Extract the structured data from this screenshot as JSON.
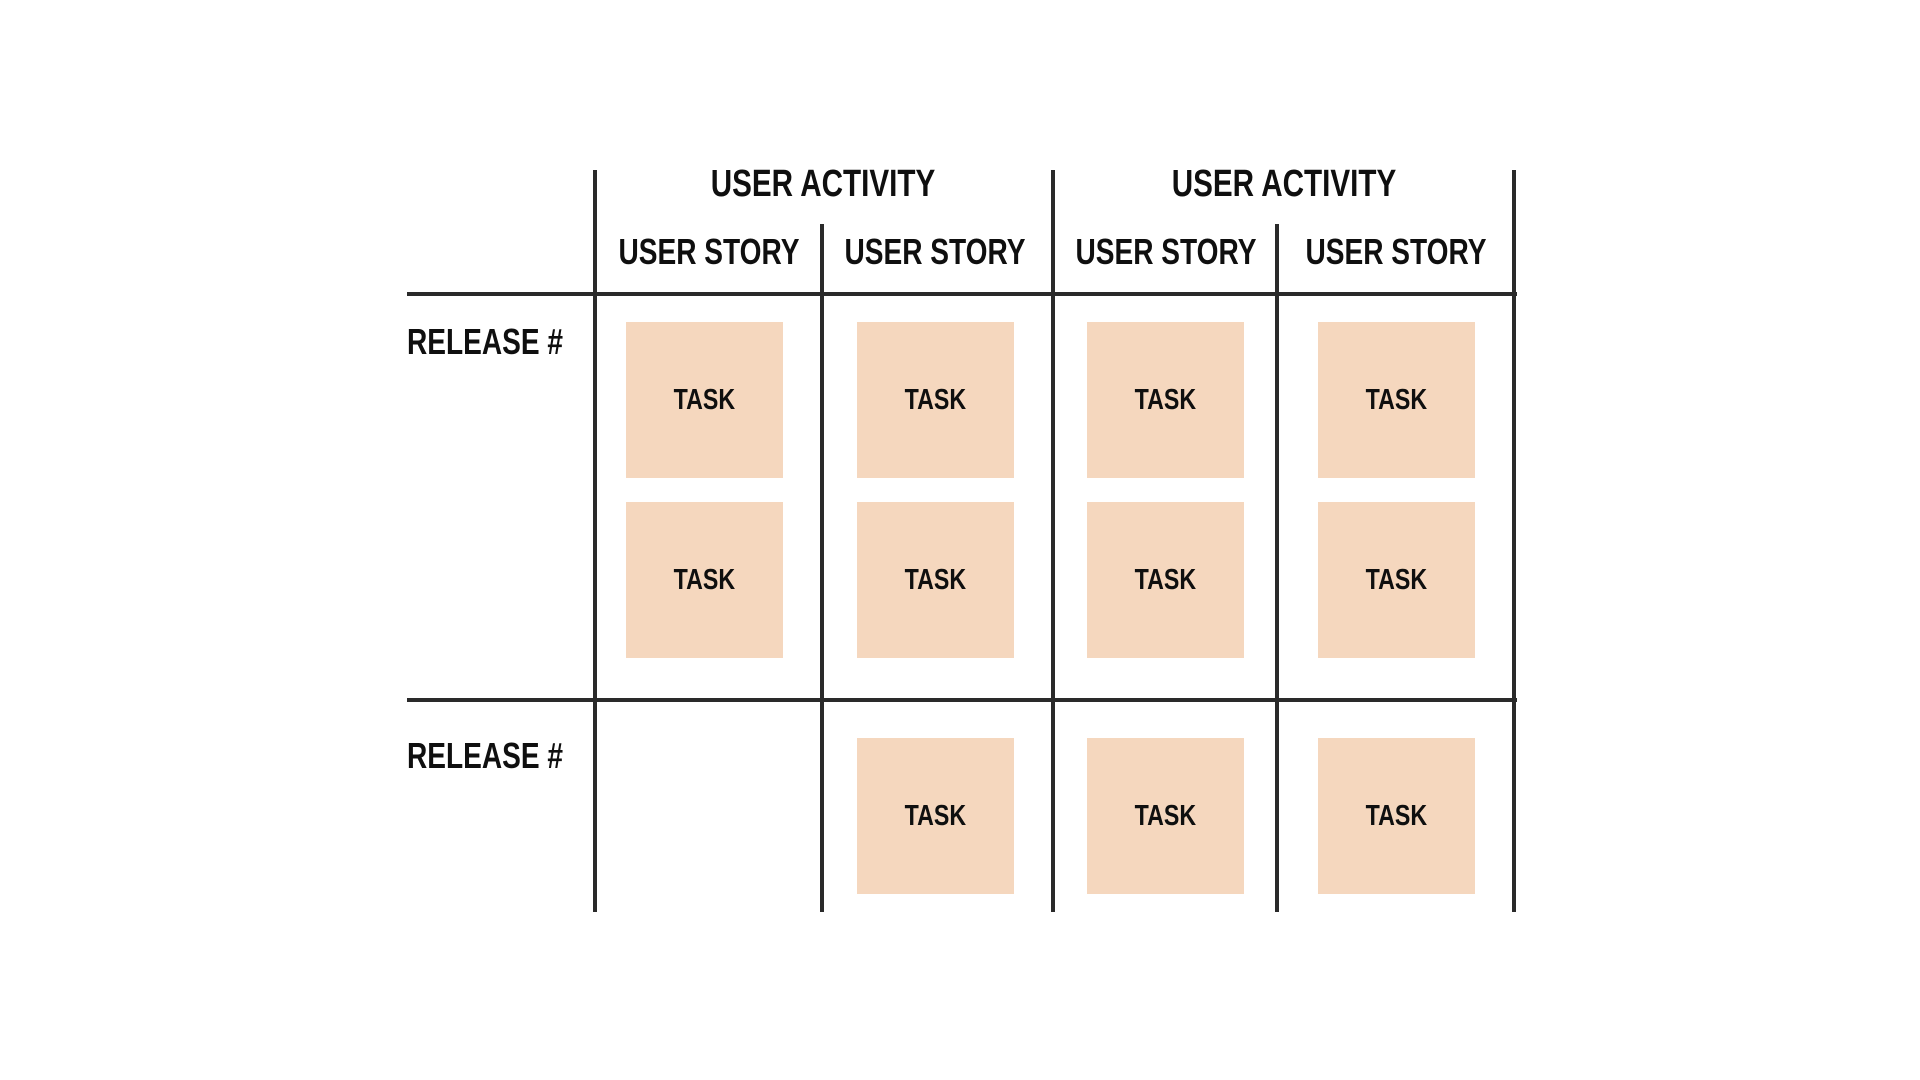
{
  "diagram": {
    "type": "user-story-map-template",
    "colors": {
      "background": "#ffffff",
      "line": "#2a2a2a",
      "text": "#0f0f0f",
      "task_fill": "#f5d7be"
    },
    "activity_headers": [
      {
        "label": "USER ACTIVITY"
      },
      {
        "label": "USER ACTIVITY"
      }
    ],
    "story_headers": [
      {
        "label": "USER STORY"
      },
      {
        "label": "USER STORY"
      },
      {
        "label": "USER STORY"
      },
      {
        "label": "USER STORY"
      }
    ],
    "release_rows": [
      {
        "label": "RELEASE #"
      },
      {
        "label": "RELEASE #"
      }
    ],
    "task_label": "TASK",
    "task_layout": {
      "release_1": {
        "story_1": 2,
        "story_2": 2,
        "story_3": 2,
        "story_4": 2
      },
      "release_2": {
        "story_1": 0,
        "story_2": 1,
        "story_3": 1,
        "story_4": 1
      }
    }
  }
}
